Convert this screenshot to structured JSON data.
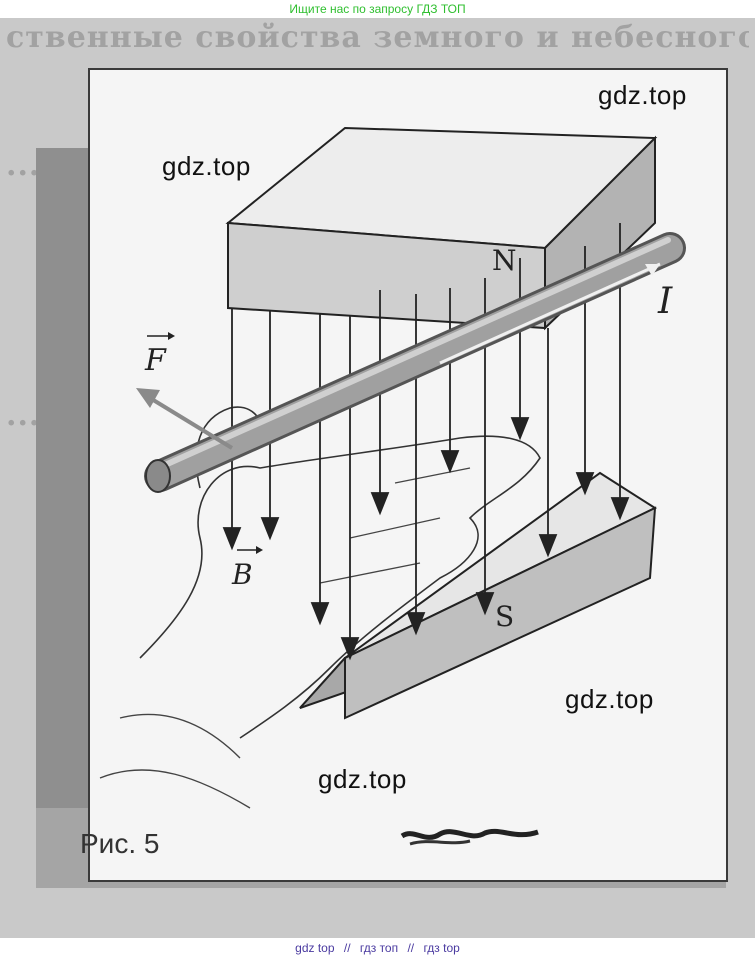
{
  "banner": {
    "text": "Ищите нас по запросу ГДЗ ТОП"
  },
  "figure": {
    "labels": {
      "north": "N",
      "south": "S",
      "current": "I",
      "force": "F",
      "field": "B"
    },
    "caption": "Рис. 5",
    "colors": {
      "magnet_top": "#e8e8e8",
      "magnet_side": "#bdbdbd",
      "rod": "#9a9a9a",
      "arrow": "#222222"
    }
  },
  "watermarks": [
    "gdz.top",
    "gdz.top",
    "gdz.top",
    "gdz.top"
  ],
  "footer": {
    "items": [
      "gdz top",
      "//",
      "гдз топ",
      "//",
      "гдз top"
    ]
  }
}
